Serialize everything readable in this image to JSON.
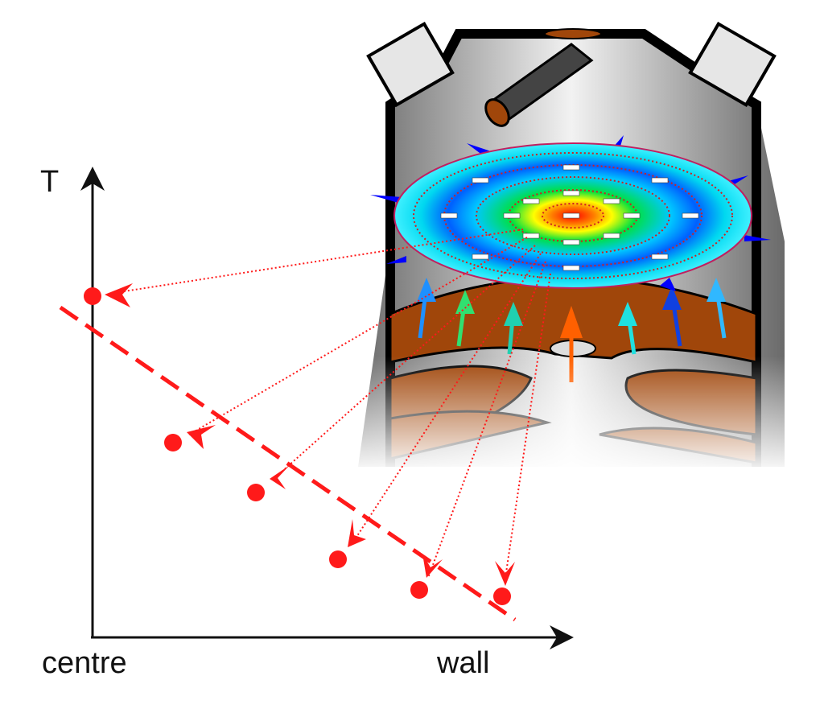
{
  "axis": {
    "y_label": "T",
    "x_start_label": "centre",
    "x_end_label": "wall"
  },
  "colors": {
    "profile": "#ff1a1a",
    "vessel_brown": "#a0460a",
    "vessel_gray": "#888888"
  },
  "profile_points": [
    {
      "position": "centre",
      "order": 1
    },
    {
      "order": 2
    },
    {
      "order": 3
    },
    {
      "order": 4
    },
    {
      "order": 5
    },
    {
      "position": "wall",
      "order": 6
    }
  ]
}
